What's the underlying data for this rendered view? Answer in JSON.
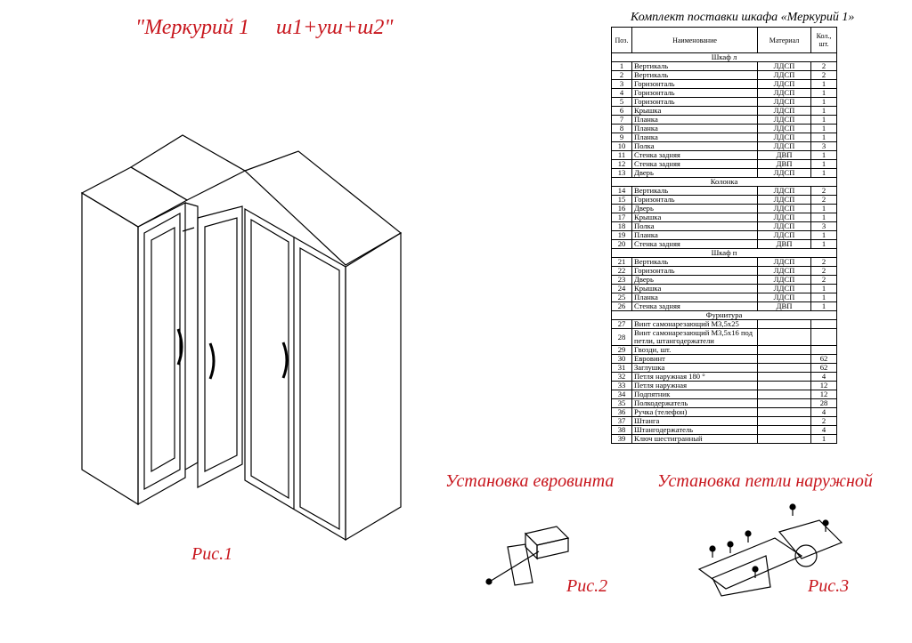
{
  "title": {
    "name": "\"Меркурий 1",
    "config": "ш1+уш+ш2\""
  },
  "table": {
    "title": "Комплект поставки шкафа «Меркурий 1»",
    "headers": [
      "Поз.",
      "Наименование",
      "Материал",
      "Кол., шт."
    ],
    "rows": [
      {
        "section": "Шкаф л"
      },
      [
        "1",
        "Вертикаль",
        "ЛДСП",
        "2"
      ],
      [
        "2",
        "Вертикаль",
        "ЛДСП",
        "2"
      ],
      [
        "3",
        "Горизонталь",
        "ЛДСП",
        "1"
      ],
      [
        "4",
        "Горизонталь",
        "ЛДСП",
        "1"
      ],
      [
        "5",
        "Горизонталь",
        "ЛДСП",
        "1"
      ],
      [
        "6",
        "Крышка",
        "ЛДСП",
        "1"
      ],
      [
        "7",
        "Планка",
        "ЛДСП",
        "1"
      ],
      [
        "8",
        "Планка",
        "ЛДСП",
        "1"
      ],
      [
        "9",
        "Планка",
        "ЛДСП",
        "1"
      ],
      [
        "10",
        "Полка",
        "ЛДСП",
        "3"
      ],
      [
        "11",
        "Стенка задняя",
        "ДВП",
        "1"
      ],
      [
        "12",
        "Стенка задняя",
        "ДВП",
        "1"
      ],
      [
        "13",
        "Дверь",
        "ЛДСП",
        "1"
      ],
      {
        "section": "Колонка"
      },
      [
        "14",
        "Вертикаль",
        "ЛДСП",
        "2"
      ],
      [
        "15",
        "Горизонталь",
        "ЛДСП",
        "2"
      ],
      [
        "16",
        "Дверь",
        "ЛДСП",
        "1"
      ],
      [
        "17",
        "Крышка",
        "ЛДСП",
        "1"
      ],
      [
        "18",
        "Полка",
        "ЛДСП",
        "3"
      ],
      [
        "19",
        "Планка",
        "ЛДСП",
        "1"
      ],
      [
        "20",
        "Стенка задняя",
        "ДВП",
        "1"
      ],
      {
        "section": "Шкаф п"
      },
      [
        "21",
        "Вертикаль",
        "ЛДСП",
        "2"
      ],
      [
        "22",
        "Горизонталь",
        "ЛДСП",
        "2"
      ],
      [
        "23",
        "Дверь",
        "ЛДСП",
        "2"
      ],
      [
        "24",
        "Крышка",
        "ЛДСП",
        "1"
      ],
      [
        "25",
        "Планка",
        "ЛДСП",
        "1"
      ],
      [
        "26",
        "Стенка задняя",
        "ДВП",
        "1"
      ],
      {
        "section": "Фурнитура"
      },
      [
        "27",
        "Винт самонарезающий М3,5х25",
        "",
        ""
      ],
      [
        "28",
        "Винт самонарезающий М3,5х16 под петли, штангодержатели",
        "",
        ""
      ],
      [
        "29",
        "Гвозди, шт.",
        "",
        ""
      ],
      [
        "30",
        "Евровинт",
        "",
        "62"
      ],
      [
        "31",
        "Заглушка",
        "",
        "62"
      ],
      [
        "32",
        "Петля наружная 180 °",
        "",
        "4"
      ],
      [
        "33",
        "Петля наружная",
        "",
        "12"
      ],
      [
        "34",
        "Подпятник",
        "",
        "12"
      ],
      [
        "35",
        "Полкодержатель",
        "",
        "28"
      ],
      [
        "36",
        "Ручка (телефон)",
        "",
        "4"
      ],
      [
        "37",
        "Штанга",
        "",
        "2"
      ],
      [
        "38",
        "Штангодержатель",
        "",
        "4"
      ],
      [
        "39",
        "Ключ шестигранный",
        "",
        "1"
      ]
    ]
  },
  "captions": {
    "fig1": "Рис.1",
    "fig2": "Рис.2",
    "fig3": "Рис.3",
    "eurobolt": "Установка евровинта",
    "hinge": "Установка петли наружной"
  },
  "colors": {
    "accent": "#c8161d"
  }
}
